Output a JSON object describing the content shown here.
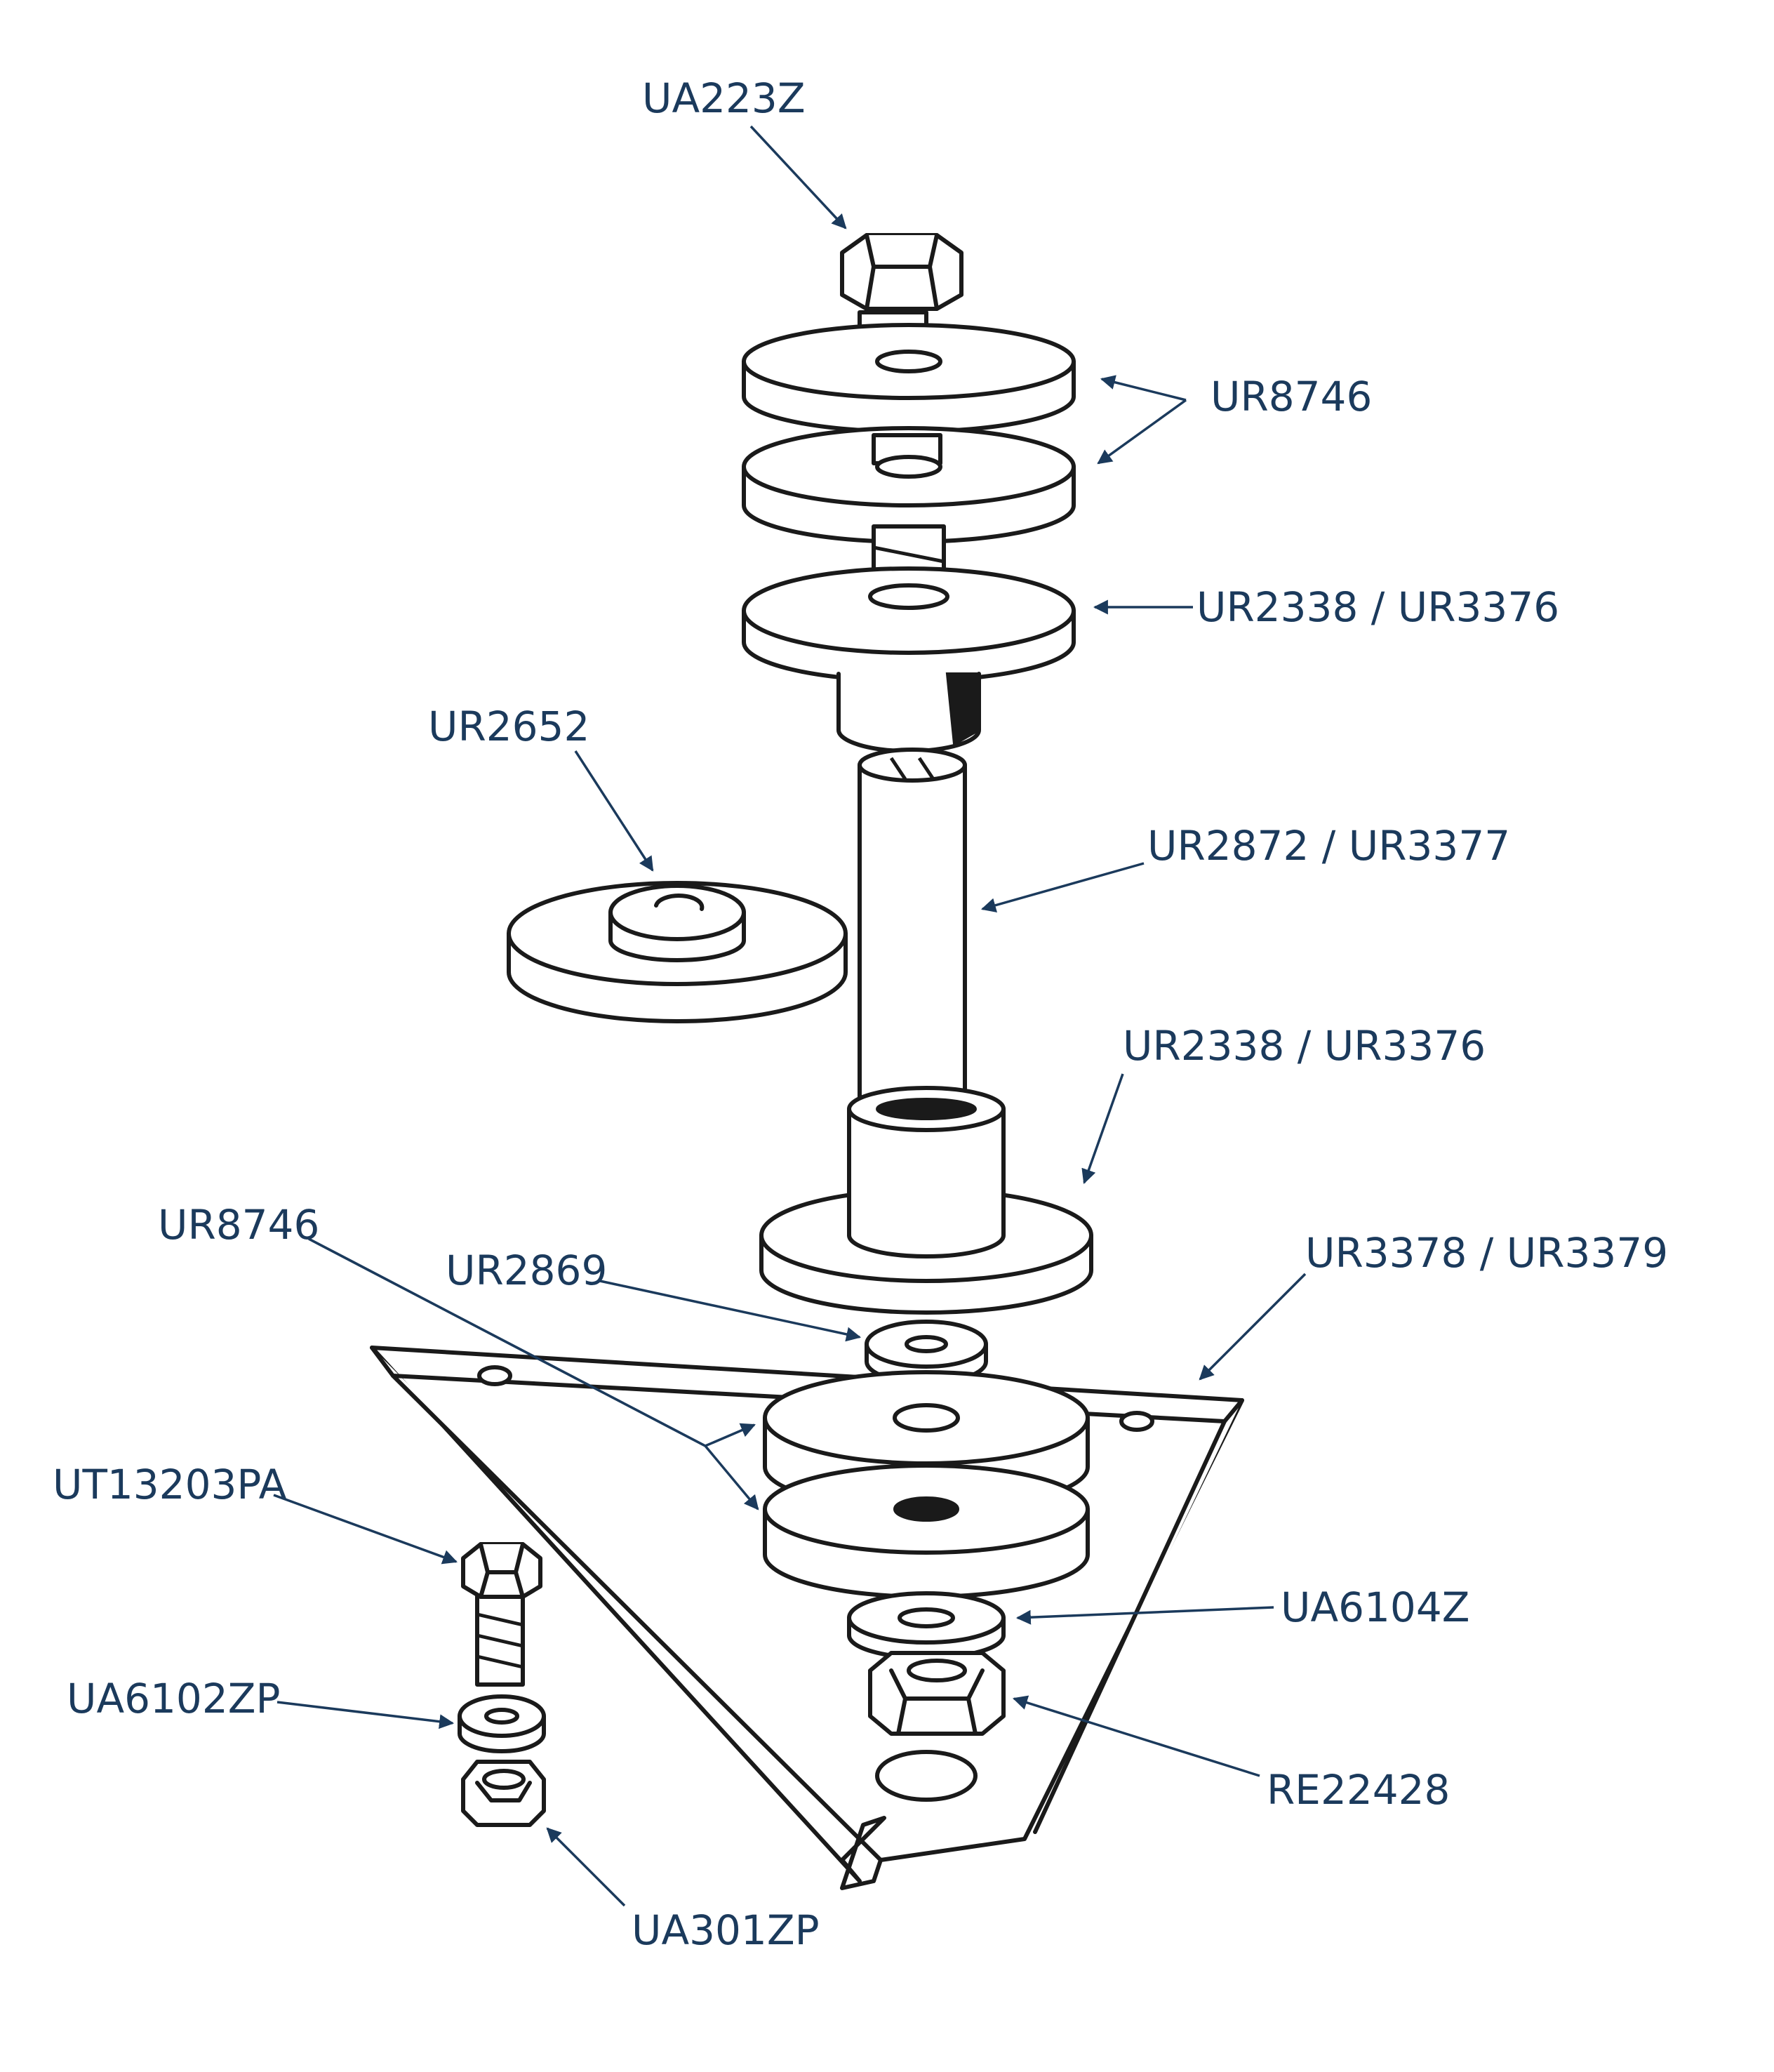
{
  "colors": {
    "label": "#1b3a5c",
    "line_art": "#1a1a1a",
    "background": "#ffffff"
  },
  "callouts": {
    "ua223z": "UA223Z",
    "ur8746_top": "UR8746",
    "ur2338_top": "UR2338 / UR3376",
    "ur2652": "UR2652",
    "ur2872": "UR2872 / UR3377",
    "ur2338_bottom": "UR2338 / UR3376",
    "ur8746_bottom": "UR8746",
    "ur2869": "UR2869",
    "ur3378": "UR3378 / UR3379",
    "ut13203pa": "UT13203PA",
    "ua6104z": "UA6104Z",
    "ua6102zp": "UA6102ZP",
    "re22428": "RE22428",
    "ua301zp": "UA301ZP"
  }
}
